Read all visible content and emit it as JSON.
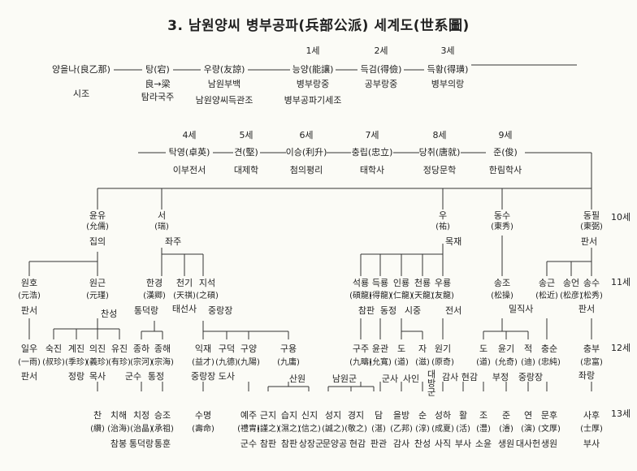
{
  "title": "3.  남원양씨 병부공파(兵部公派) 세계도(世系圖)",
  "row1": {
    "gens": [
      "1세",
      "2세",
      "3세"
    ],
    "nodes": [
      {
        "name": "양을나(良乙那)",
        "note": "시조"
      },
      {
        "name": "탕(宕)",
        "note": "良→梁",
        "note2": "탐라국주"
      },
      {
        "name": "우량(友諒)",
        "note": "남원부백",
        "note2": "남원양씨득관조"
      },
      {
        "name": "능양(能讓)",
        "note": "병부랑중",
        "note2": "병부공파기세조"
      },
      {
        "name": "득검(得儉)",
        "note": "공부랑중"
      },
      {
        "name": "득황(得璜)",
        "note": "병부의랑"
      }
    ]
  },
  "row2": {
    "gens": [
      "4세",
      "5세",
      "6세",
      "7세",
      "8세",
      "9세"
    ],
    "nodes": [
      {
        "name": "탁영(卓英)",
        "note": "이부전서"
      },
      {
        "name": "견(堅)",
        "note": "대제학"
      },
      {
        "name": "이승(利升)",
        "note": "첨의평리"
      },
      {
        "name": "충립(忠立)",
        "note": "태학사"
      },
      {
        "name": "당취(唐就)",
        "note": "정당문학"
      },
      {
        "name": "준(俊)",
        "note": "한림학사"
      }
    ]
  },
  "row3": {
    "gen": "10세",
    "nodes": [
      {
        "name": "윤유",
        "hanja": "(允儒)",
        "note": "집의"
      },
      {
        "name": "서",
        "hanja": "(瑞)",
        "note": "좌주"
      },
      {
        "name": "우",
        "hanja": "(祐)",
        "note": "목재"
      },
      {
        "name": "동수",
        "hanja": "(東秀)",
        "note": ""
      },
      {
        "name": "동필",
        "hanja": "(東弼)",
        "note": "판서"
      }
    ]
  },
  "row4": {
    "gen": "11세",
    "nodes": [
      {
        "name": "원호",
        "hanja": "(元浩)",
        "note": "판서"
      },
      {
        "name": "원근",
        "hanja": "(元瑾)",
        "note": "찬성"
      },
      {
        "name": "한경",
        "hanja": "(漢卿)",
        "note": "통덕랑"
      },
      {
        "name": "천기",
        "hanja": "(天祺)",
        "note": "태선사"
      },
      {
        "name": "지석",
        "hanja": "(之碩)",
        "note": "중랑장"
      },
      {
        "name": "석룡",
        "hanja": "(碩龍)",
        "note": "참판"
      },
      {
        "name": "득룡",
        "hanja": "(得龍)",
        "note": "동정"
      },
      {
        "name": "인룡",
        "hanja": "(仁龍)",
        "note": "시중"
      },
      {
        "name": "천룡",
        "hanja": "(天龍)",
        "note": ""
      },
      {
        "name": "우룡",
        "hanja": "(友龍)",
        "note": "전서"
      },
      {
        "name": "송조",
        "hanja": "(松操)",
        "note": "밀직사"
      },
      {
        "name": "송근",
        "hanja": "(松近)",
        "note": ""
      },
      {
        "name": "송언",
        "hanja": "(松彦)",
        "note": ""
      },
      {
        "name": "송수",
        "hanja": "(松秀)",
        "note": "판서"
      }
    ]
  },
  "row5": {
    "gen": "12세",
    "nodes": [
      {
        "name": "일우",
        "hanja": "(一雨)",
        "note": "판서"
      },
      {
        "name": "숙진",
        "hanja": "(叔珍)",
        "note": ""
      },
      {
        "name": "계진",
        "hanja": "(季珍)",
        "note": "정랑"
      },
      {
        "name": "의진",
        "hanja": "(義珍)",
        "note": "목사"
      },
      {
        "name": "유진",
        "hanja": "(有珍)",
        "note": ""
      },
      {
        "name": "종하",
        "hanja": "(宗河)",
        "note": "군수"
      },
      {
        "name": "종해",
        "hanja": "(宗海)",
        "note": "통정"
      },
      {
        "name": "익재",
        "hanja": "(益才)",
        "note": "중랑장 도사"
      },
      {
        "name": "구덕",
        "hanja": "(九德)",
        "note": ""
      },
      {
        "name": "구양",
        "hanja": "(九陽)",
        "note": ""
      },
      {
        "name": "구용",
        "hanja": "(九庸)",
        "note": "산원"
      },
      {
        "name": "구주",
        "hanja": "(九疇)",
        "note": "남원군"
      },
      {
        "name": "윤관",
        "hanja": "(允寬)",
        "note": "군사"
      },
      {
        "name": "도",
        "hanja": "(道)",
        "note": "사인"
      },
      {
        "name": "자",
        "hanja": "(滋)",
        "note": "대방군"
      },
      {
        "name": "원기",
        "hanja": "(原奇)",
        "note": "감사 현감"
      },
      {
        "name": "도",
        "hanja": "(道)",
        "note": ""
      },
      {
        "name": "윤기",
        "hanja": "(允奇)",
        "note": "부정"
      },
      {
        "name": "적",
        "hanja": "(迪)",
        "note": "중랑장"
      },
      {
        "name": "충순",
        "hanja": "(忠純)",
        "note": ""
      },
      {
        "name": "충부",
        "hanja": "(忠富)",
        "note": "좌랑"
      }
    ]
  },
  "row6": {
    "gen": "13세",
    "nodes": [
      {
        "name": "찬",
        "hanja": "(纘)",
        "note": ""
      },
      {
        "name": "치해",
        "hanja": "(治海)",
        "note": "참봉"
      },
      {
        "name": "치정",
        "hanja": "(治晶)",
        "note": "통덕랑"
      },
      {
        "name": "승조",
        "hanja": "(承祖)",
        "note": "통훈"
      },
      {
        "name": "수명",
        "hanja": "(壽命)",
        "note": ""
      },
      {
        "name": "예주",
        "hanja": "(禮胄)",
        "note": "군수"
      },
      {
        "name": "근지",
        "hanja": "(謹之)",
        "note": "참판"
      },
      {
        "name": "습지",
        "hanja": "(濕之)",
        "note": "참판"
      },
      {
        "name": "신지",
        "hanja": "(信之)",
        "note": "상장군"
      },
      {
        "name": "성지",
        "hanja": "(誠之)",
        "note": "문양공"
      },
      {
        "name": "경지",
        "hanja": "(敬之)",
        "note": "현감"
      },
      {
        "name": "담",
        "hanja": "(湛)",
        "note": "판관"
      },
      {
        "name": "을방",
        "hanja": "(乙邦)",
        "note": "감사"
      },
      {
        "name": "순",
        "hanja": "(淳)",
        "note": "찬성"
      },
      {
        "name": "성하",
        "hanja": "(成夏)",
        "note": "사직"
      },
      {
        "name": "활",
        "hanja": "(活)",
        "note": "부사"
      },
      {
        "name": "조",
        "hanja": "(灃)",
        "note": "소윤"
      },
      {
        "name": "준",
        "hanja": "(濬)",
        "note": "생원"
      },
      {
        "name": "연",
        "hanja": "(演)",
        "note": "대사헌"
      },
      {
        "name": "문후",
        "hanja": "(文厚)",
        "note": "생원"
      },
      {
        "name": "사후",
        "hanja": "(士厚)",
        "note": "부사"
      }
    ]
  }
}
